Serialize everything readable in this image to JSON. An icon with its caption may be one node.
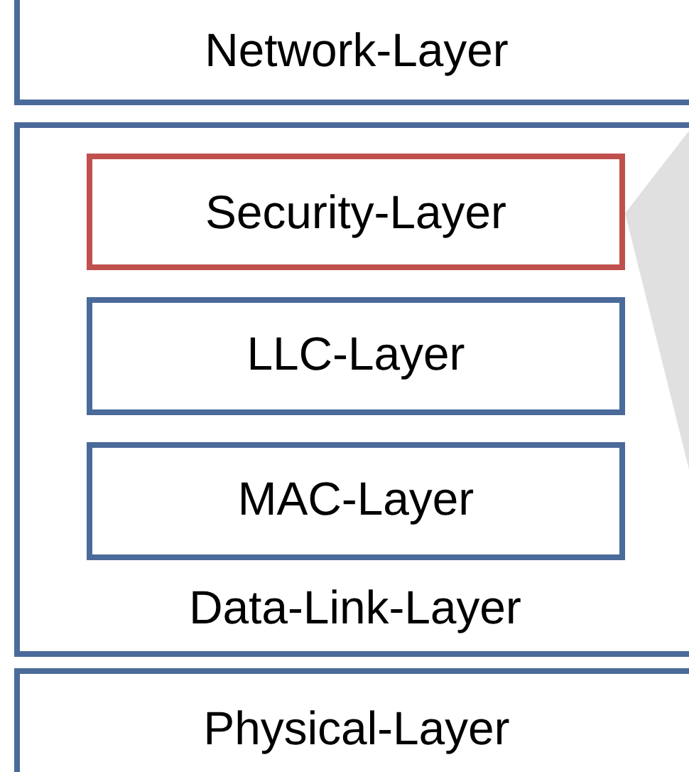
{
  "diagram": {
    "nodes": [
      {
        "text": [
          "Network-Layer"
        ]
      },
      {
        "text": [
          "Data-Link-Layer"
        ]
      },
      {
        "text": [
          "Security-Layer"
        ],
        "in": 1
      },
      {
        "text": [
          "LLC-Layer"
        ],
        "in": 1
      },
      {
        "text": [
          "MAC-Layer"
        ],
        "in": 1
      },
      {
        "text": [
          "Physical-Layer"
        ]
      },
      {
        "text": [],
        "shape": "triangle",
        "in": 1
      }
    ]
  }
}
